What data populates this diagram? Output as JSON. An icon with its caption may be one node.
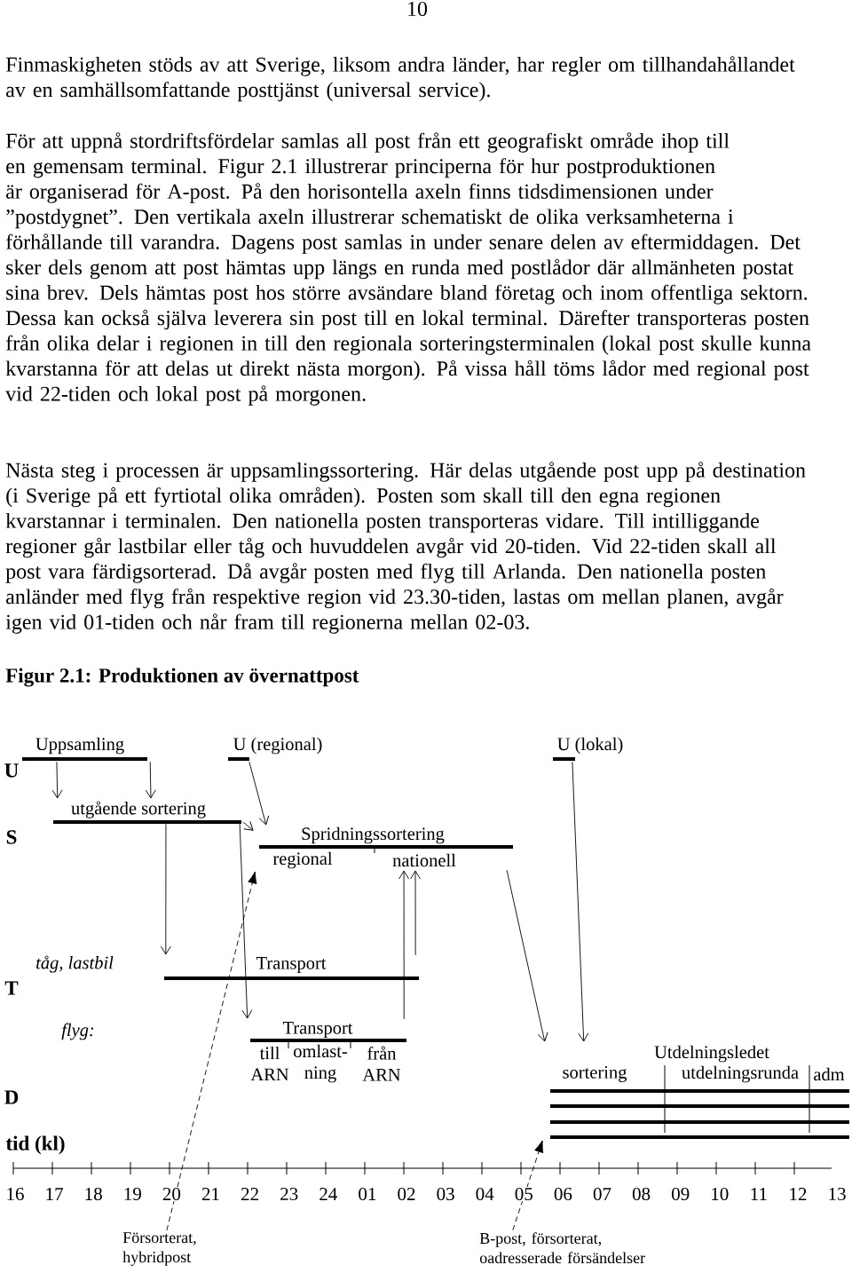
{
  "diagram": {
    "title": "Figur 2.1: Produktionen av övernattpost",
    "nodes": [
      {
        "text": [
          "Uppsamling"
        ]
      },
      {
        "text": [
          "U (regional)"
        ]
      },
      {
        "text": [
          "U (lokal)"
        ]
      },
      {
        "text": [
          "utgående sortering"
        ]
      },
      {
        "text": [
          "Spridningssortering",
          "regional",
          "nationell"
        ]
      },
      {
        "text": [
          "Transport"
        ]
      },
      {
        "text": [
          "Transport",
          "till ARN",
          "omlast- ning",
          "från ARN"
        ]
      },
      {
        "text": [
          "Utdelningsledet",
          "sortering",
          "utdelningsrunda",
          "adm"
        ]
      },
      {
        "text": [
          "Försorterat, hybridpost"
        ]
      },
      {
        "text": [
          "B-post, försorterat, oadresserade försändelser"
        ]
      }
    ],
    "edges": [
      {
        "from": 0,
        "to": 3,
        "arrow": "to"
      },
      {
        "from": 0,
        "to": 3,
        "arrow": "to"
      },
      {
        "from": 3,
        "to": 4,
        "arrow": "to"
      },
      {
        "from": 1,
        "to": 4,
        "arrow": "to"
      },
      {
        "from": 3,
        "to": 5,
        "arrow": "to"
      },
      {
        "from": 3,
        "to": 6,
        "arrow": "to"
      },
      {
        "from": 5,
        "to": 4,
        "arrow": "to"
      },
      {
        "from": 6,
        "to": 4,
        "arrow": "to"
      },
      {
        "from": 4,
        "to": 7,
        "arrow": "to"
      },
      {
        "from": 2,
        "to": 7,
        "arrow": "to"
      },
      {
        "from": 8,
        "to": 4,
        "arrow": "to",
        "style": "dashed"
      },
      {
        "from": 9,
        "to": 7,
        "arrow": "to",
        "style": "dashed"
      }
    ],
    "labels": [
      "10",
      "Finmaskigheten stöds av att Sverige, liksom andra länder, har regler om tillhandahållandet av en samhällsomfattande posttjänst (universal service).",
      "För att uppnå stordriftsfördelar samlas all post från ett geografiskt område ihop till en gemensam terminal. Figur 2.1 illustrerar principerna för hur postproduktionen är organiserad för A-post. På den horisontella axeln finns tidsdimensionen under ”postdygnet”. Den vertikala axeln illustrerar schematiskt de olika verksamheterna i förhållande till varandra. Dagens post samlas in under senare delen av eftermiddagen. Det sker dels genom att post hämtas upp längs en runda med postlådor där allmänheten postat sina brev. Dels hämtas post hos större avsändare bland företag och inom offentliga sektorn. Dessa kan också själva leverera sin post till en lokal terminal. Därefter transporteras posten från olika delar i regionen in till den regionala sorteringsterminalen (lokal post skulle kunna kvarstanna för att delas ut direkt nästa morgon). På vissa håll töms lådor med regional post vid 22-tiden och lokal post på morgonen.",
      "Nästa steg i processen är uppsamlingssortering. Här delas utgående post upp på destination (i Sverige på ett fyrtiotal olika områden). Posten som skall till den egna regionen kvarstannar i terminalen. Den nationella posten transporteras vidare. Till intilliggande regioner går lastbilar eller tåg och huvuddelen avgår vid 20-tiden. Vid 22-tiden skall all post vara färdigsorterad. Då avgår posten med flyg till Arlanda. Den nationella posten anländer med flyg från respektive region vid 23.30-tiden, lastas om mellan planen, avgår igen vid 01-tiden och når fram till regionerna mellan 02-03.",
      "U",
      "S",
      "T",
      "D",
      "tåg, lastbil",
      "flyg:",
      "tid (kl)",
      "16",
      "17",
      "18",
      "19",
      "20",
      "21",
      "22",
      "23",
      "24",
      "01",
      "02",
      "03",
      "04",
      "05",
      "06",
      "07",
      "08",
      "09",
      "10",
      "11",
      "12",
      "13"
    ]
  }
}
